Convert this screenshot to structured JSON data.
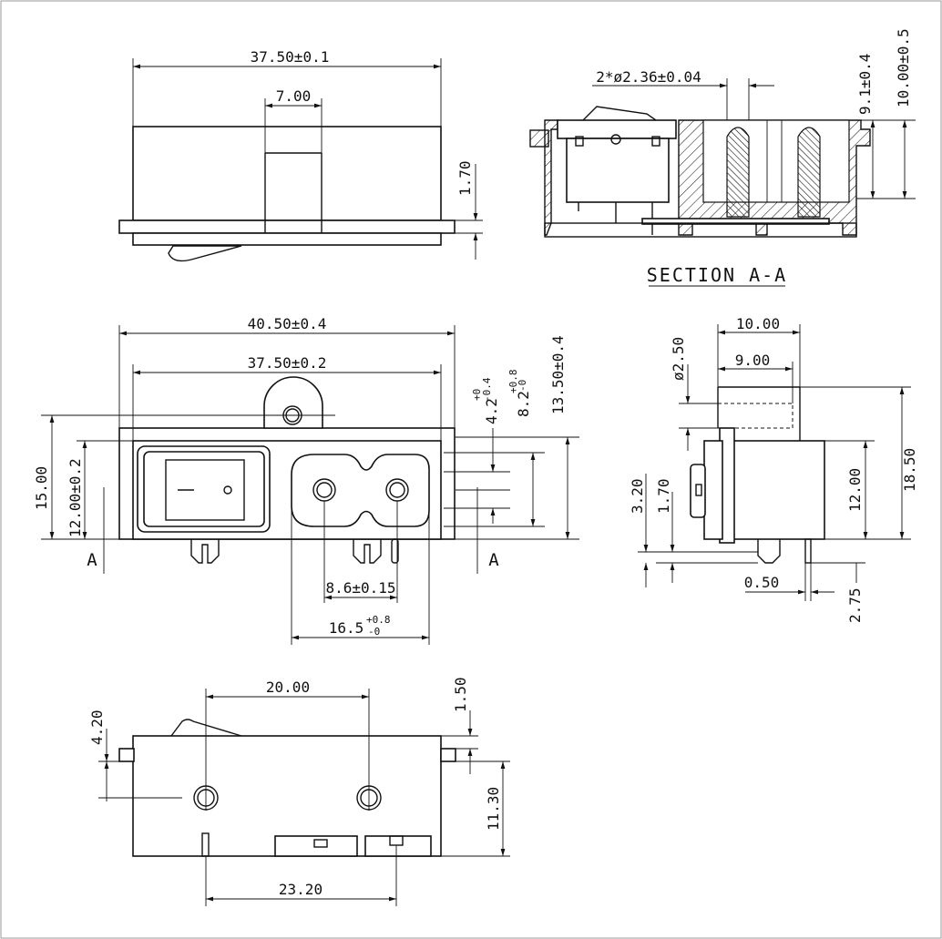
{
  "views": {
    "top_view": {
      "width_dim": "37.50±0.1",
      "rocker_width_dim": "7.00",
      "flange_dim": "1.70"
    },
    "section_view": {
      "title": "SECTION A-A",
      "hole_dim": "2*ø2.36±0.04",
      "depth_dim_a": "9.1±0.4",
      "depth_dim_b": "10.00±0.5"
    },
    "front_view": {
      "overall_width": "40.50±0.4",
      "inner_width": "37.50±0.2",
      "height_outer": "15.00",
      "height_inner": "12.00±0.2",
      "dim_4_2": "4.2",
      "dim_4_2_tol_plus": "+0",
      "dim_4_2_tol_minus": "-0.4",
      "dim_8_2": "8.2",
      "dim_8_2_tol_plus": "+0.8",
      "dim_8_2_tol_minus": "-0",
      "dim_13_5": "13.50±0.4",
      "pin_spacing": "8.6±0.15",
      "socket_width": "16.5",
      "socket_width_tol_plus": "+0.8",
      "socket_width_tol_minus": "-0",
      "section_mark_left": "A",
      "section_mark_right": "A"
    },
    "side_view": {
      "dim_10": "10.00",
      "dim_9": "9.00",
      "dim_dia": "ø2.50",
      "dim_18_5": "18.50",
      "dim_12": "12.00",
      "dim_3_2": "3.20",
      "dim_1_7": "1.70",
      "dim_0_5": "0.50",
      "dim_2_75": "2.75"
    },
    "bottom_view": {
      "dim_20": "20.00",
      "dim_4_2": "4.20",
      "dim_1_5": "1.50",
      "dim_11_3": "11.30",
      "dim_23_2": "23.20"
    }
  }
}
